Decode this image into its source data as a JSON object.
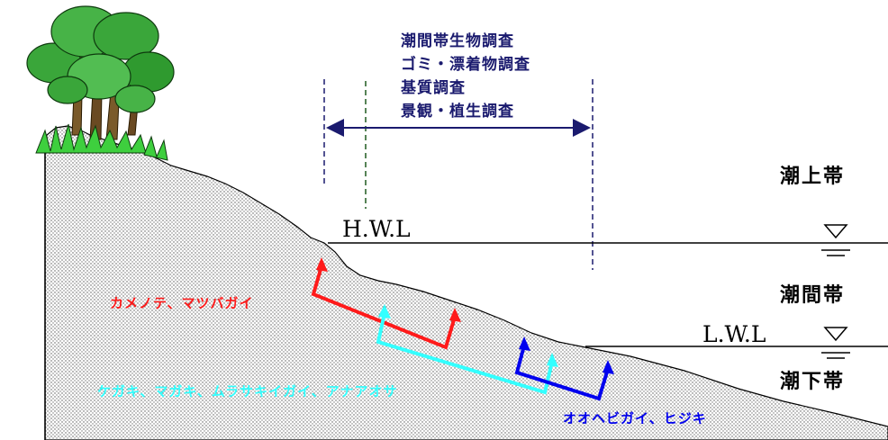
{
  "survey_labels": [
    "潮間帯生物調査",
    "ゴミ・漂着物調査",
    "基質調査",
    "景観・植生調査"
  ],
  "zones": {
    "upper": "潮上帯",
    "middle": "潮間帯",
    "lower": "潮下帯"
  },
  "levels": {
    "hwl": "H.W.L",
    "lwl": "L.W.L"
  },
  "species": {
    "red": "カメノテ、マツバガイ",
    "cyan": "ケガキ、マガキ、ムラサキイガイ、アナアオサ",
    "blue": "オオヘビガイ、ヒジキ"
  },
  "colors": {
    "red": "#ff1a1a",
    "cyan": "#33ffff",
    "blue": "#0000ee",
    "navy": "#1a1a6e",
    "green_dash": "#1f5a1f",
    "ground": "#cfcfcf",
    "tree_leaf": "#3aa63a",
    "tree_trunk": "#7a5a2a"
  }
}
